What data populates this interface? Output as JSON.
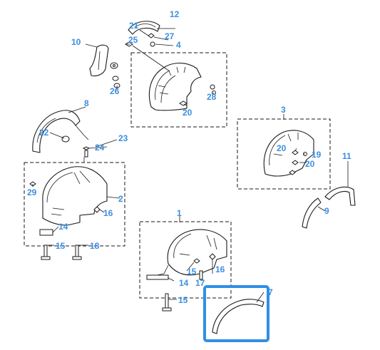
{
  "callouts": {
    "c1": "1",
    "c2": "2",
    "c3": "3",
    "c4": "4",
    "c7": "7",
    "c8": "8",
    "c9": "9",
    "c10": "10",
    "c11": "11",
    "c12": "12",
    "c14a": "14",
    "c14b": "14",
    "c15a": "15",
    "c15b": "15",
    "c15c": "15",
    "c16a": "16",
    "c16b": "16",
    "c17": "17",
    "c18": "18",
    "c19": "19",
    "c20a": "20",
    "c20b": "20",
    "c20c": "20",
    "c21": "21",
    "c22": "22",
    "c23": "23",
    "c24": "24",
    "c25": "25",
    "c26": "26",
    "c27": "27",
    "c28": "28",
    "c29": "29"
  },
  "colors": {
    "callout": "#3b8fe0",
    "highlight": "#2f8fe6",
    "line": "#1a1a1a"
  },
  "highlighted_part": "7"
}
